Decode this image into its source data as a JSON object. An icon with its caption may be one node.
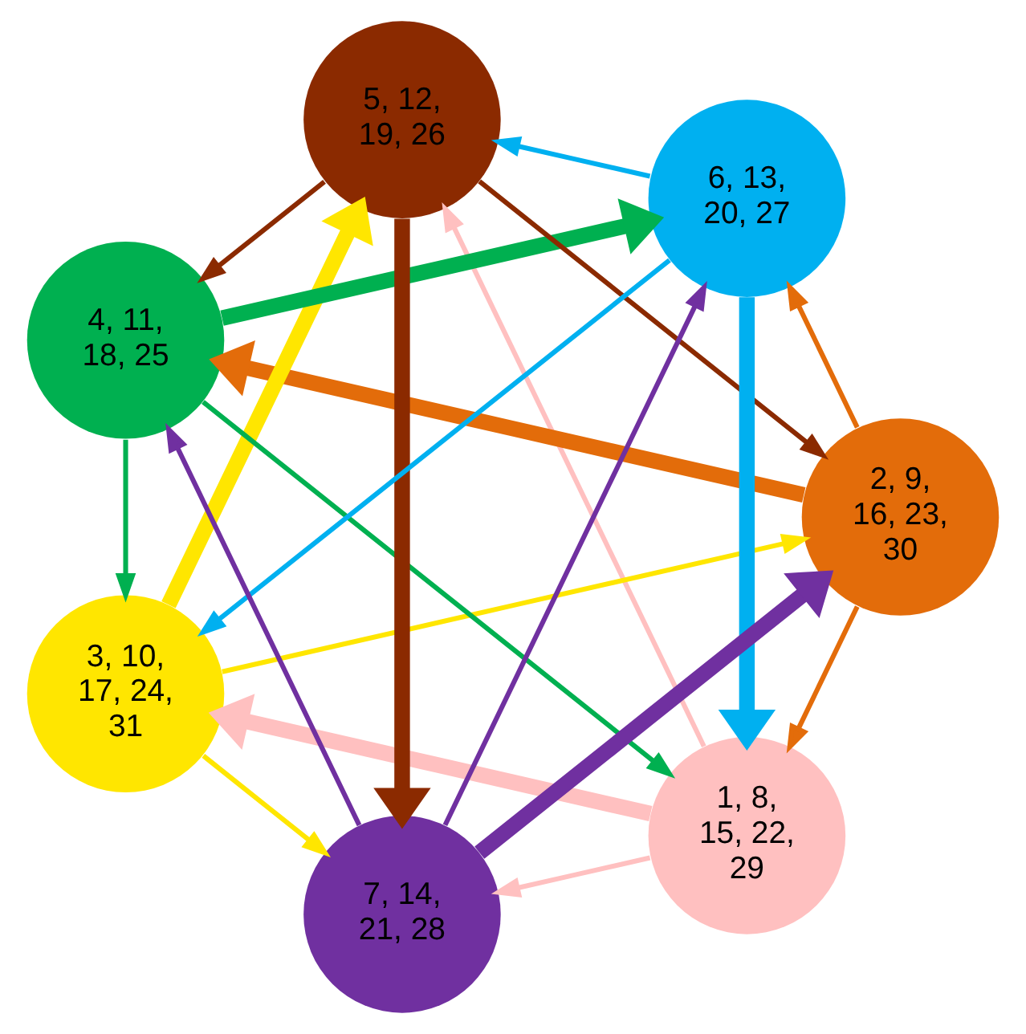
{
  "diagram": {
    "nodes": [
      {
        "text": [
          "1, 8, 15, 22, 29"
        ]
      },
      {
        "text": [
          "2, 9, 16, 23, 30"
        ]
      },
      {
        "text": [
          "3, 10, 17, 24, 31"
        ]
      },
      {
        "text": [
          "4, 11, 18, 25"
        ]
      },
      {
        "text": [
          "5, 12, 19, 26"
        ]
      },
      {
        "text": [
          "6, 13, 20, 27"
        ]
      },
      {
        "text": [
          "7, 14, 21, 28"
        ]
      }
    ],
    "edges": [
      {
        "from": 1,
        "to": 0,
        "arrow": "to",
        "color": "#e36c0a"
      },
      {
        "from": 0,
        "to": 6,
        "arrow": "to",
        "color": "#ffc0c0"
      },
      {
        "from": 6,
        "to": 5,
        "arrow": "to",
        "color": "#7030a0"
      },
      {
        "from": 5,
        "to": 4,
        "arrow": "to",
        "color": "#00b0f0"
      },
      {
        "from": 4,
        "to": 3,
        "arrow": "to",
        "color": "#8b2a00"
      },
      {
        "from": 3,
        "to": 2,
        "arrow": "to",
        "color": "#00b050"
      },
      {
        "from": 2,
        "to": 1,
        "arrow": "to",
        "color": "#ffe600"
      },
      {
        "from": 0,
        "to": 4,
        "arrow": "to",
        "color": "#ffc0c0"
      },
      {
        "from": 3,
        "to": 0,
        "arrow": "to",
        "color": "#00b050"
      },
      {
        "from": 4,
        "to": 1,
        "arrow": "to",
        "color": "#8b2a00"
      },
      {
        "from": 1,
        "to": 5,
        "arrow": "to",
        "color": "#e36c0a"
      },
      {
        "from": 5,
        "to": 2,
        "arrow": "to",
        "color": "#00b0f0"
      },
      {
        "from": 2,
        "to": 6,
        "arrow": "to",
        "color": "#ffe600"
      },
      {
        "from": 6,
        "to": 3,
        "arrow": "to",
        "color": "#7030a0"
      },
      {
        "from": 6,
        "to": 1,
        "arrow": "to",
        "style": "thick",
        "color": "#7030a0"
      },
      {
        "from": 0,
        "to": 2,
        "arrow": "to",
        "style": "thick",
        "color": "#ffc0c0"
      },
      {
        "from": 1,
        "to": 3,
        "arrow": "to",
        "style": "thick",
        "color": "#e36c0a"
      },
      {
        "from": 2,
        "to": 4,
        "arrow": "to",
        "style": "thick",
        "color": "#ffe600"
      },
      {
        "from": 3,
        "to": 5,
        "arrow": "to",
        "style": "thick",
        "color": "#00b050"
      },
      {
        "from": 4,
        "to": 6,
        "arrow": "to",
        "style": "thick",
        "color": "#8b2a00"
      },
      {
        "from": 5,
        "to": 0,
        "arrow": "to",
        "style": "thick",
        "color": "#00b0f0"
      }
    ]
  }
}
